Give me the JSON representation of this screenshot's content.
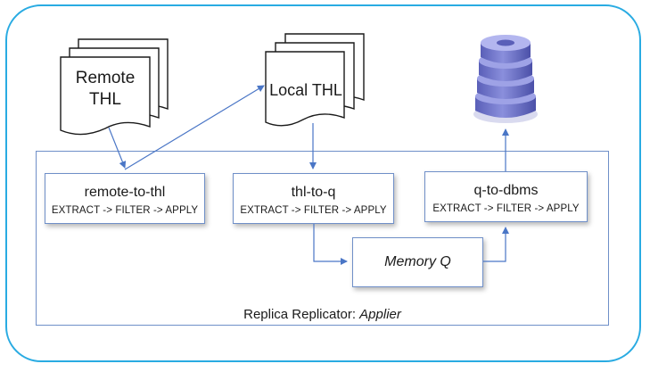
{
  "documents": {
    "remote_thl": "Remote THL",
    "local_thl": "Local THL"
  },
  "stages": [
    {
      "name": "remote-to-thl",
      "pipeline": "EXTRACT -> FILTER -> APPLY"
    },
    {
      "name": "thl-to-q",
      "pipeline": "EXTRACT -> FILTER -> APPLY"
    },
    {
      "name": "q-to-dbms",
      "pipeline": "EXTRACT -> FILTER -> APPLY"
    }
  ],
  "memory_q": "Memory Q",
  "caption": {
    "prefix": "Replica Replicator: ",
    "role": "Applier"
  },
  "colors": {
    "frame": "#29abe2",
    "box_border": "#6f8fc8",
    "arrow": "#4a76c6",
    "db": "#6e72c4"
  }
}
